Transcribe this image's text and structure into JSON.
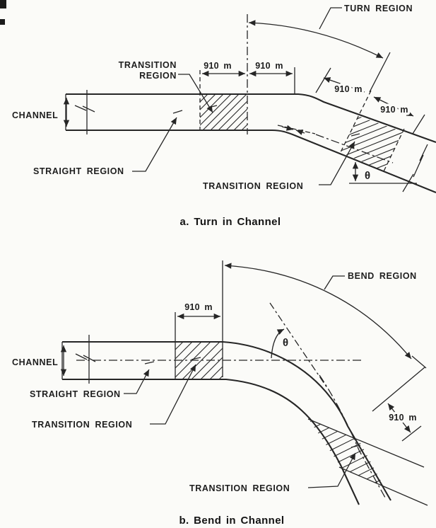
{
  "colors": {
    "ink": "#262626",
    "paper": "#fbfbf8",
    "text": "#1e1e1e"
  },
  "a": {
    "caption": "a. Turn in Channel",
    "labels": {
      "turn_region": "TURN REGION",
      "transition_top_1": "TRANSITION",
      "transition_top_2": "REGION",
      "channel": "CHANNEL",
      "straight_region": "STRAIGHT REGION",
      "transition_bottom": "TRANSITION REGION",
      "theta": "θ"
    },
    "dims": {
      "straight_left": "910 m",
      "straight_right": "910 m",
      "bend_first": "910 m",
      "bend_second": "910 m"
    }
  },
  "b": {
    "caption": "b. Bend in Channel",
    "labels": {
      "bend_region": "BEND REGION",
      "channel": "CHANNEL",
      "straight_region": "STRAIGHT REGION",
      "transition_mid": "TRANSITION REGION",
      "transition_bottom": "TRANSITION REGION",
      "theta": "θ"
    },
    "dims": {
      "straight": "910 m",
      "bend": "910 m"
    }
  }
}
